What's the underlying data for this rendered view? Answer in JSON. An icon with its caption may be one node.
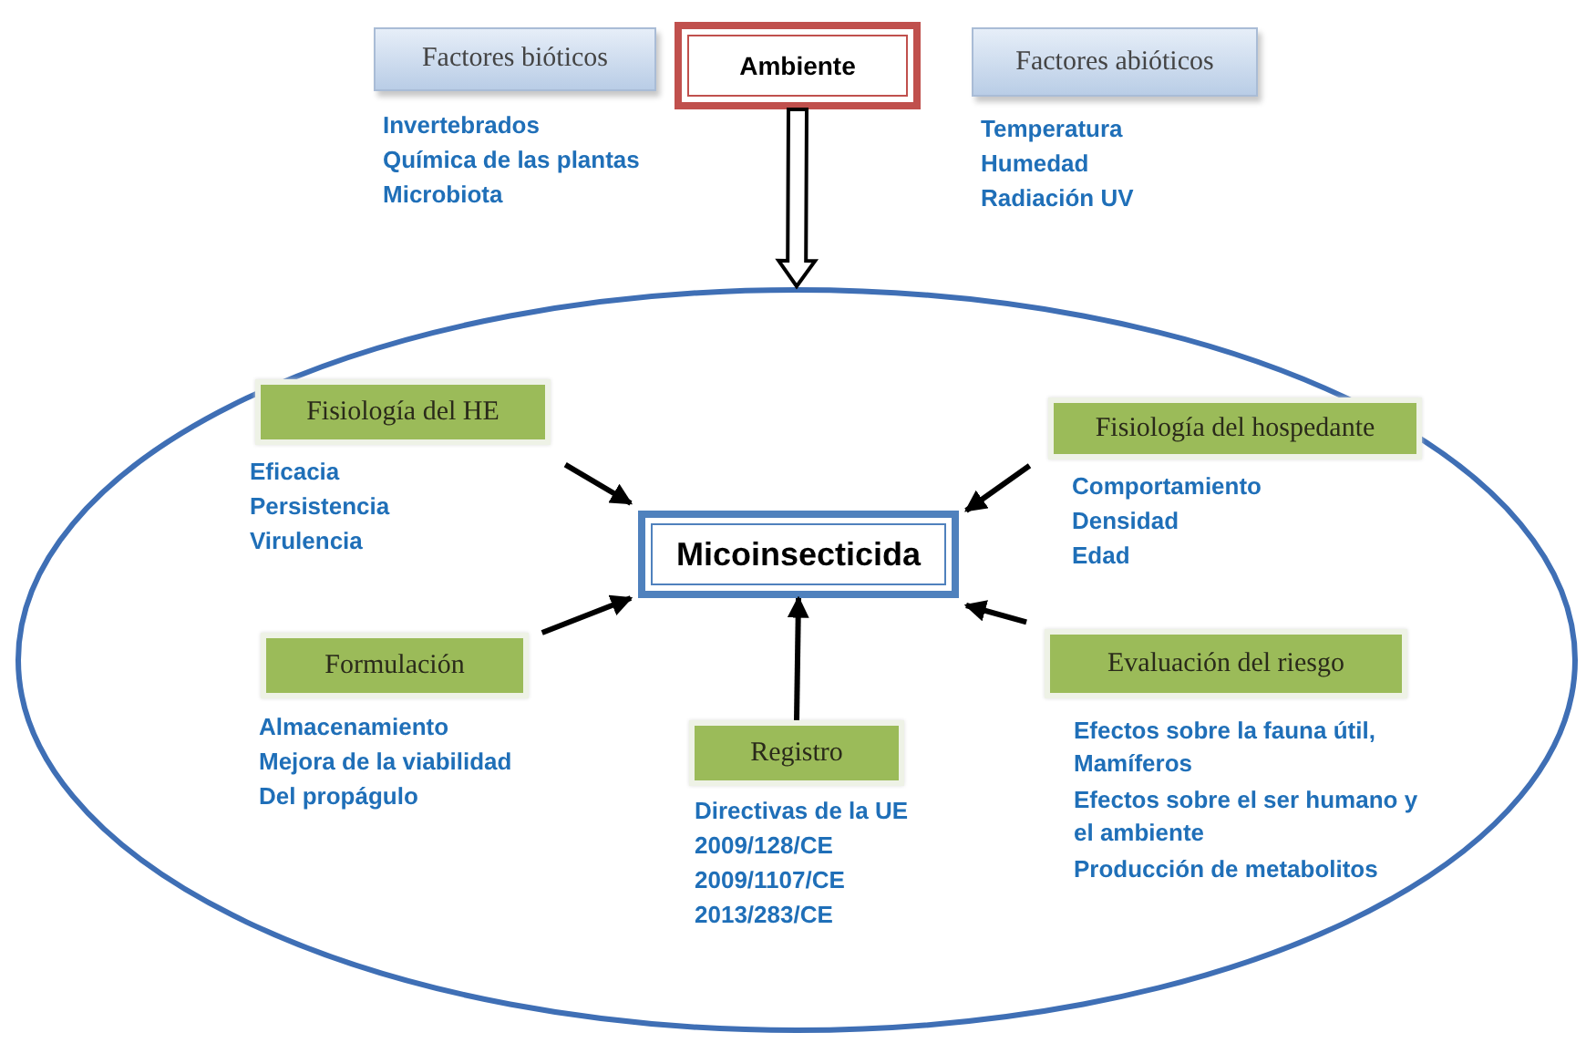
{
  "diagram": {
    "nodes": [
      {
        "text": [
          "Factores bióticos"
        ],
        "beside": [
          "Invertebrados",
          "Química de las plantas",
          "Microbiota"
        ]
      },
      {
        "text": [
          "Ambiente"
        ]
      },
      {
        "text": [
          "Factores abióticos"
        ],
        "beside": [
          "Temperatura",
          "Humedad",
          "Radiación UV"
        ]
      },
      {
        "text": [],
        "shape": "circle"
      },
      {
        "text": [
          "Fisiología del HE"
        ],
        "in": 3,
        "beside": [
          "Eficacia",
          "Persistencia",
          "Virulencia"
        ]
      },
      {
        "text": [
          "Fisiología del hospedante"
        ],
        "in": 3,
        "beside": [
          "Comportamiento",
          "Densidad",
          "Edad"
        ]
      },
      {
        "text": [
          "Micoinsecticida"
        ],
        "in": 3
      },
      {
        "text": [
          "Formulación"
        ],
        "in": 3,
        "beside": [
          "Almacenamiento",
          "Mejora de la viabilidad",
          "Del propágulo"
        ]
      },
      {
        "text": [
          "Evaluación del riesgo"
        ],
        "in": 3,
        "beside": [
          "Efectos sobre la fauna útil, Mamíferos",
          "Efectos sobre el ser humano y el ambiente",
          "Producción de metabolitos"
        ]
      },
      {
        "text": [
          "Registro"
        ],
        "in": 3,
        "beside": [
          "Directivas de la UE",
          "2009/128/CE",
          "2009/1107/CE",
          "2013/283/CE"
        ]
      }
    ],
    "edges": [
      {
        "from": 1,
        "to": 3,
        "arrow": "to",
        "style": "thick"
      },
      {
        "from": 4,
        "to": 6,
        "arrow": "to"
      },
      {
        "from": 5,
        "to": 6,
        "arrow": "to"
      },
      {
        "from": 7,
        "to": 6,
        "arrow": "to"
      },
      {
        "from": 8,
        "to": 6,
        "arrow": "to"
      },
      {
        "from": 9,
        "to": 6,
        "arrow": "to"
      }
    ]
  }
}
